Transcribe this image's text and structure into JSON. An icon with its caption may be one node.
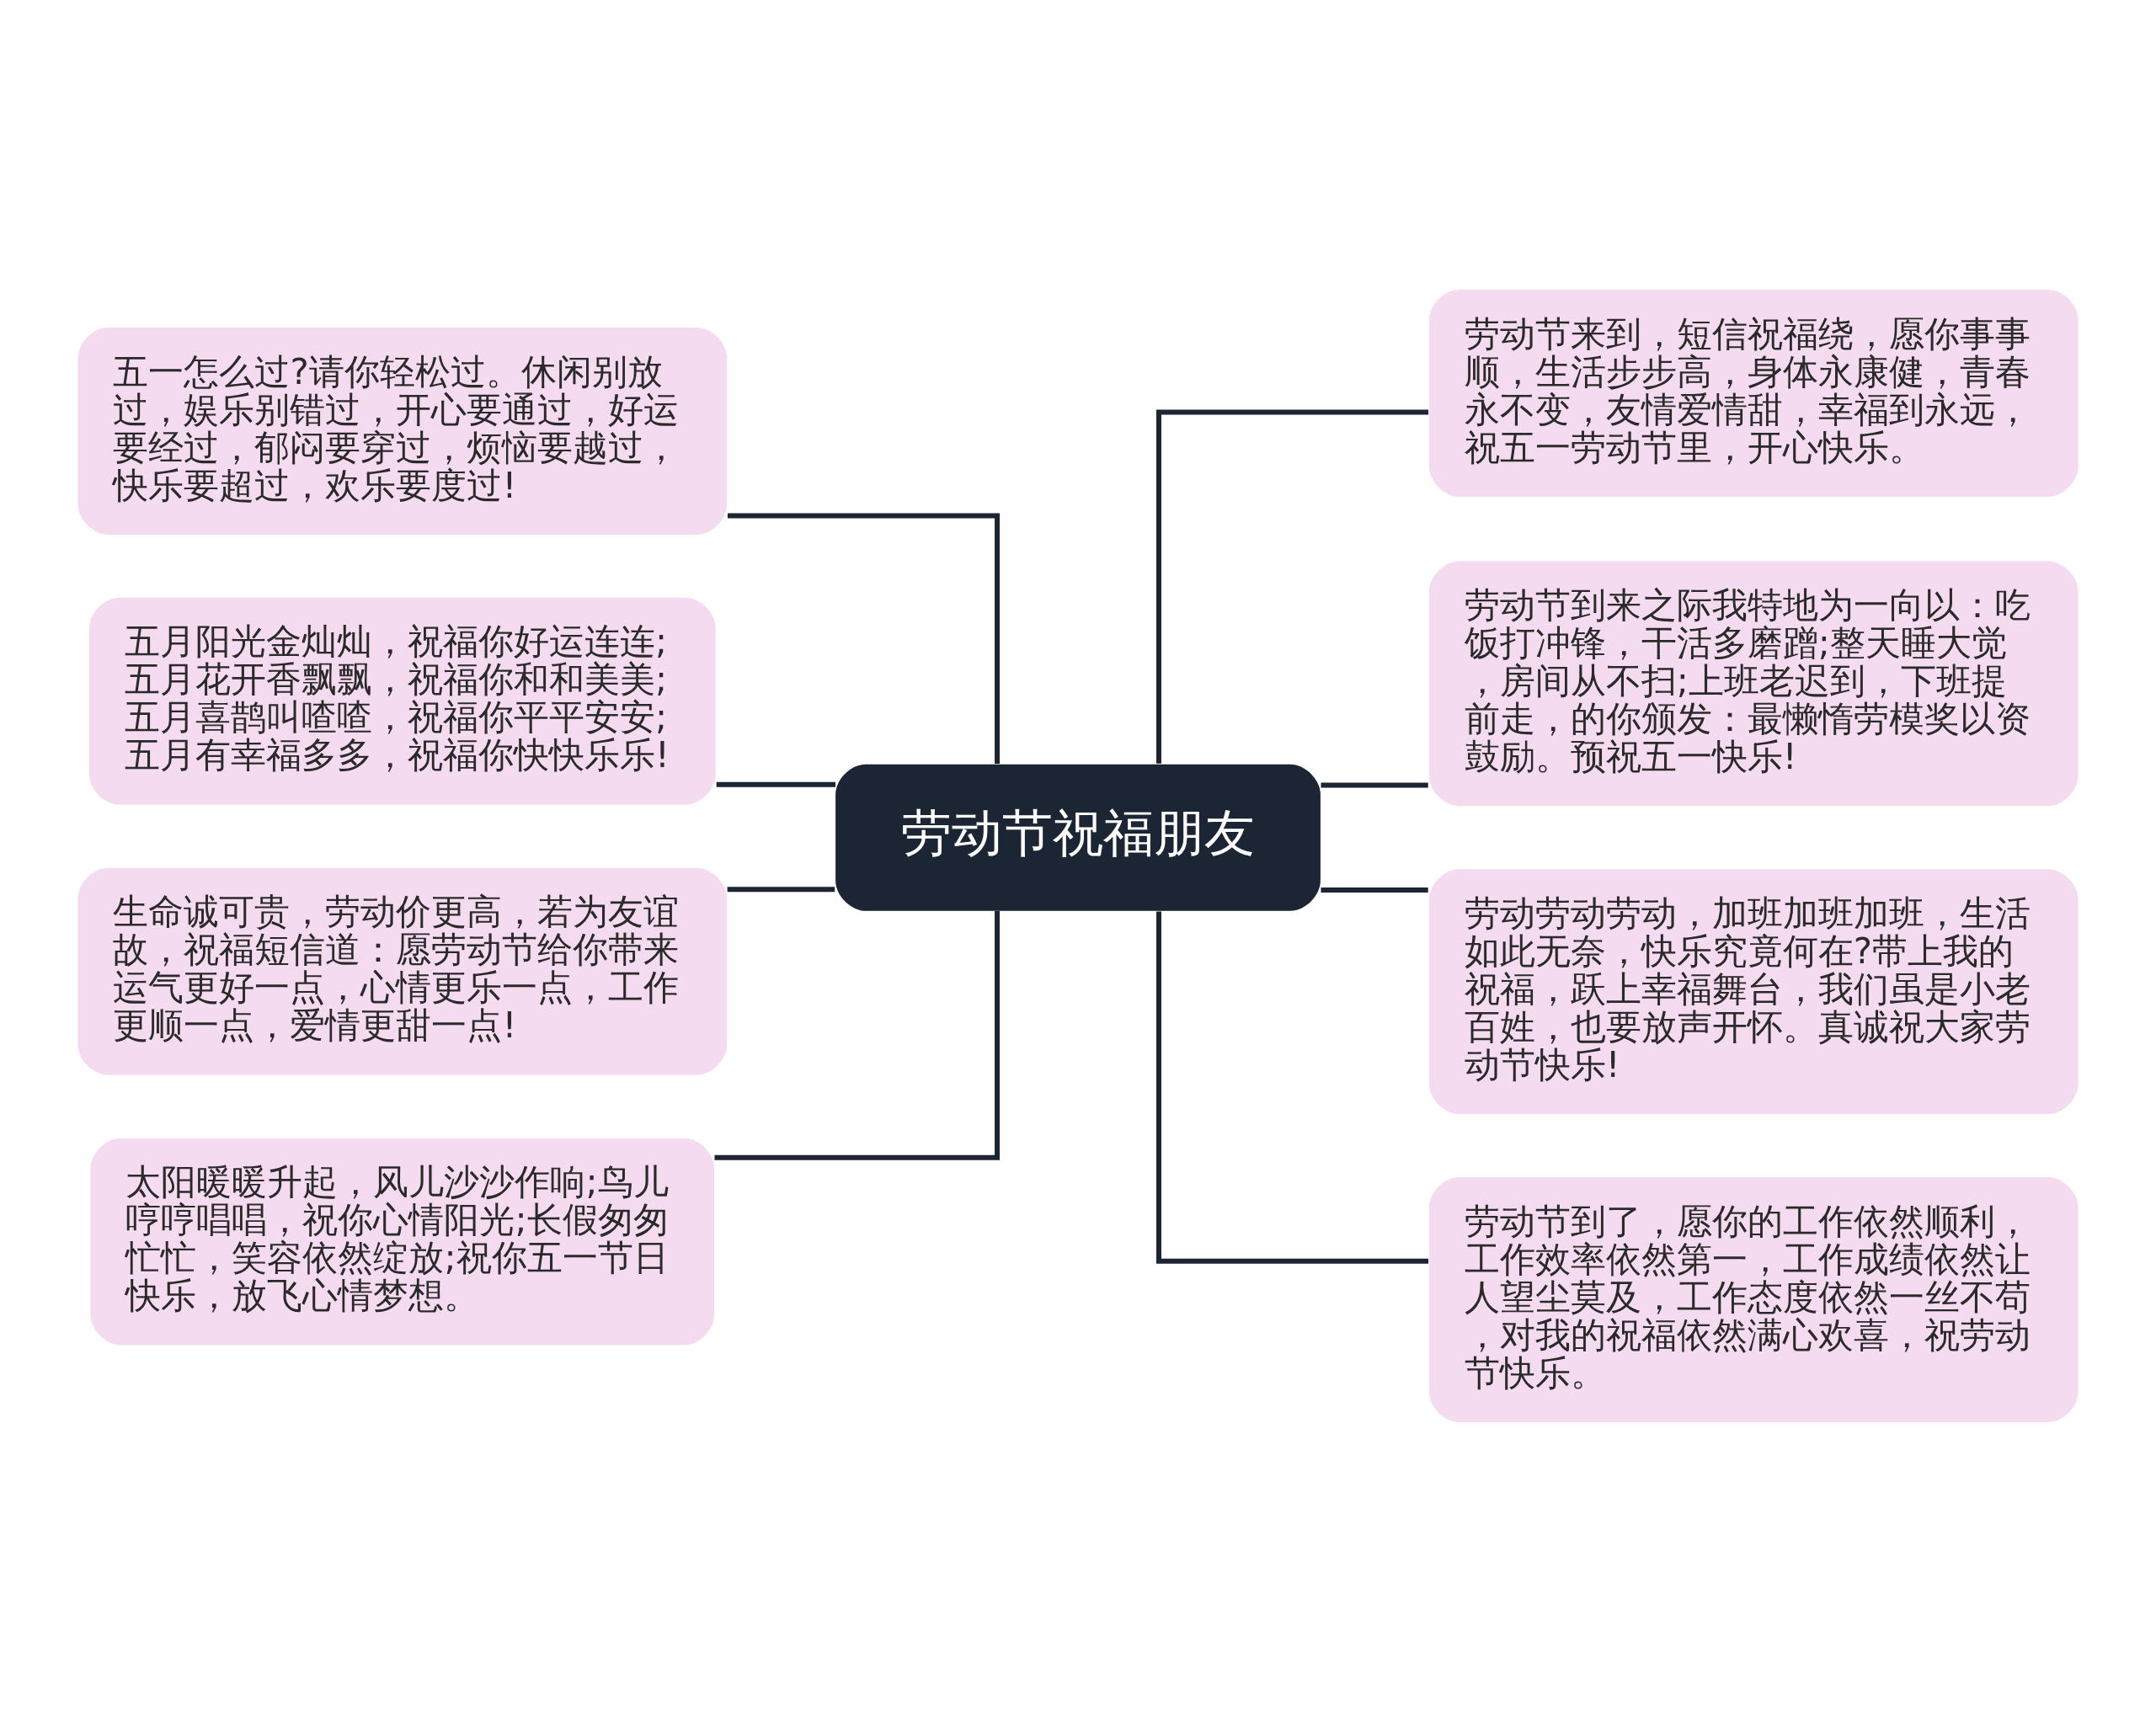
{
  "diagram": {
    "nodes": [
      {
        "text": [
          "劳动节祝福朋友"
        ]
      },
      {
        "text": [
          "五一怎么过?请你轻松过。休闲别放过，娱乐别错过，开心要通过，好运要经过，郁闷要穿过，烦恼要越过，快乐要超过，欢乐要度过!"
        ]
      },
      {
        "text": [
          "五月阳光金灿灿，祝福你好运连连;五月花开香飘飘，祝福你和和美美;五月喜鹊叫喳喳，祝福你平平安安;五月有幸福多多，祝福你快快乐乐!"
        ]
      },
      {
        "text": [
          "生命诚可贵，劳动价更高，若为友谊故，祝福短信道：愿劳动节给你带来运气更好一点，心情更乐一点，工作更顺一点，爱情更甜一点!"
        ]
      },
      {
        "text": [
          "太阳暖暖升起，风儿沙沙作响;鸟儿哼哼唱唱，祝你心情阳光;长假匆匆忙忙，笑容依然绽放;祝你五一节日快乐，放飞心情梦想。"
        ]
      },
      {
        "text": [
          "劳动节来到，短信祝福绕，愿你事事顺，生活步步高，身体永康健，青春永不变，友情爱情甜，幸福到永远，祝五一劳动节里，开心快乐。"
        ]
      },
      {
        "text": [
          "劳动节到来之际我特地为一向以：吃饭打冲锋，干活多磨蹭;整天睡大觉，房间从不扫;上班老迟到，下班提前走，的你颁发：最懒惰劳模奖以资鼓励。预祝五一快乐!"
        ]
      },
      {
        "text": [
          "劳动劳动劳动，加班加班加班，生活如此无奈，快乐究竟何在?带上我的祝福，跃上幸福舞台，我们虽是小老百姓，也要放声开怀。真诚祝大家劳动节快乐!"
        ]
      },
      {
        "text": [
          "劳动节到了，愿你的工作依然顺利，工作效率依然第一，工作成绩依然让人望尘莫及，工作态度依然一丝不苟，对我的祝福依然满心欢喜，祝劳动节快乐。"
        ]
      }
    ],
    "edges": [
      {
        "from": 0,
        "to": 1,
        "arrow": "none"
      },
      {
        "from": 0,
        "to": 2,
        "arrow": "none"
      },
      {
        "from": 0,
        "to": 3,
        "arrow": "none"
      },
      {
        "from": 0,
        "to": 4,
        "arrow": "none"
      },
      {
        "from": 0,
        "to": 5,
        "arrow": "none"
      },
      {
        "from": 0,
        "to": 6,
        "arrow": "none"
      },
      {
        "from": 0,
        "to": 7,
        "arrow": "none"
      },
      {
        "from": 0,
        "to": 8,
        "arrow": "none"
      }
    ]
  }
}
